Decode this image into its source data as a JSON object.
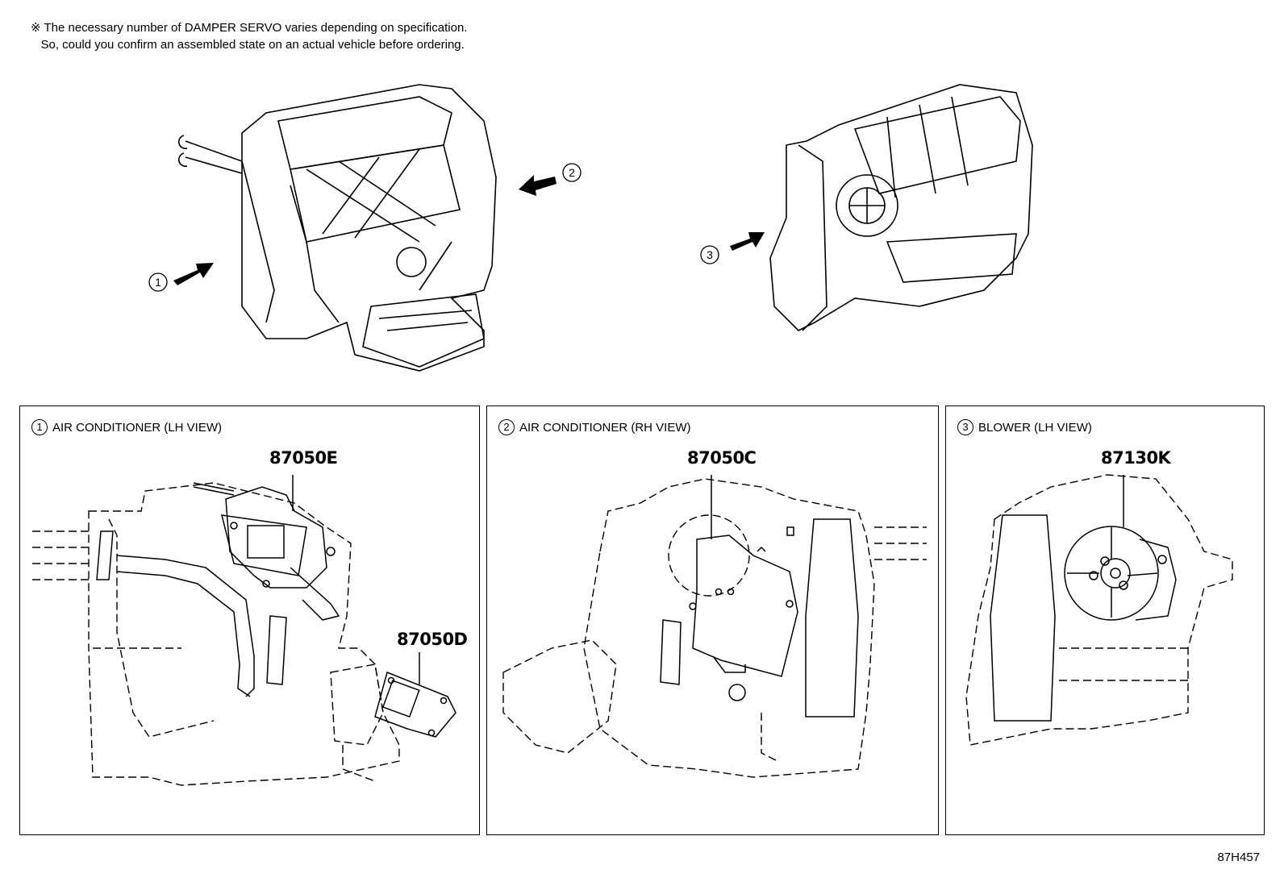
{
  "note": {
    "line1": "※ The necessary number of DAMPER SERVO varies depending on specification.",
    "line2": "   So, could you confirm an assembled state on an actual vehicle before ordering."
  },
  "overview_callouts": [
    "1",
    "2",
    "3"
  ],
  "panels": [
    {
      "number": "1",
      "title": "AIR CONDITIONER (LH VIEW)",
      "parts": [
        "87050E",
        "87050D"
      ]
    },
    {
      "number": "2",
      "title": "AIR CONDITIONER (RH VIEW)",
      "parts": [
        "87050C"
      ]
    },
    {
      "number": "3",
      "title": "BLOWER (LH VIEW)",
      "parts": [
        "87130K"
      ]
    }
  ],
  "diagram_code": "87H457"
}
